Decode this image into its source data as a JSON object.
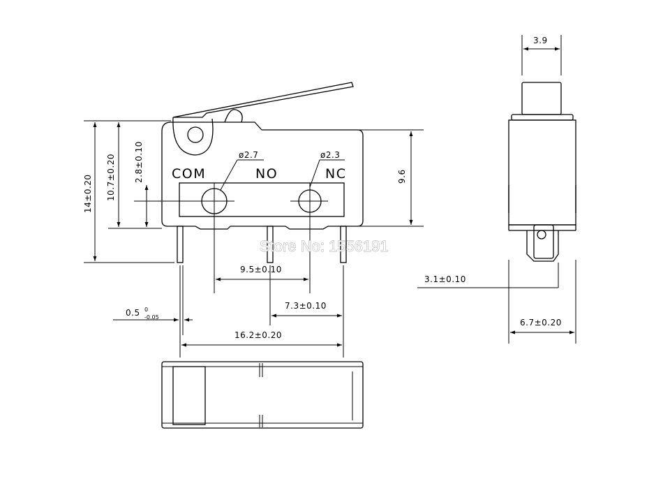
{
  "terminals": {
    "com": "COM",
    "no": "NO",
    "nc": "NC"
  },
  "holes": {
    "left": "ø2.7",
    "right": "ø2.3"
  },
  "dimensions": {
    "total_height": "14±0.20",
    "body_height": "10.7±0.20",
    "hole_height": "2.8±0.10",
    "body_right": "9.6",
    "pitch_com_no": "9.5±0.10",
    "pitch_no_nc": "7.3±0.10",
    "pitch_total": "16.2±0.20",
    "pin_thickness": "0.5",
    "pin_tol_upper": "0",
    "pin_tol_lower": "-0.05",
    "plunger_width": "3.9",
    "side_pin_offset": "3.1±0.10",
    "side_width": "6.7±0.20"
  },
  "watermark": "Store No: 1556191"
}
